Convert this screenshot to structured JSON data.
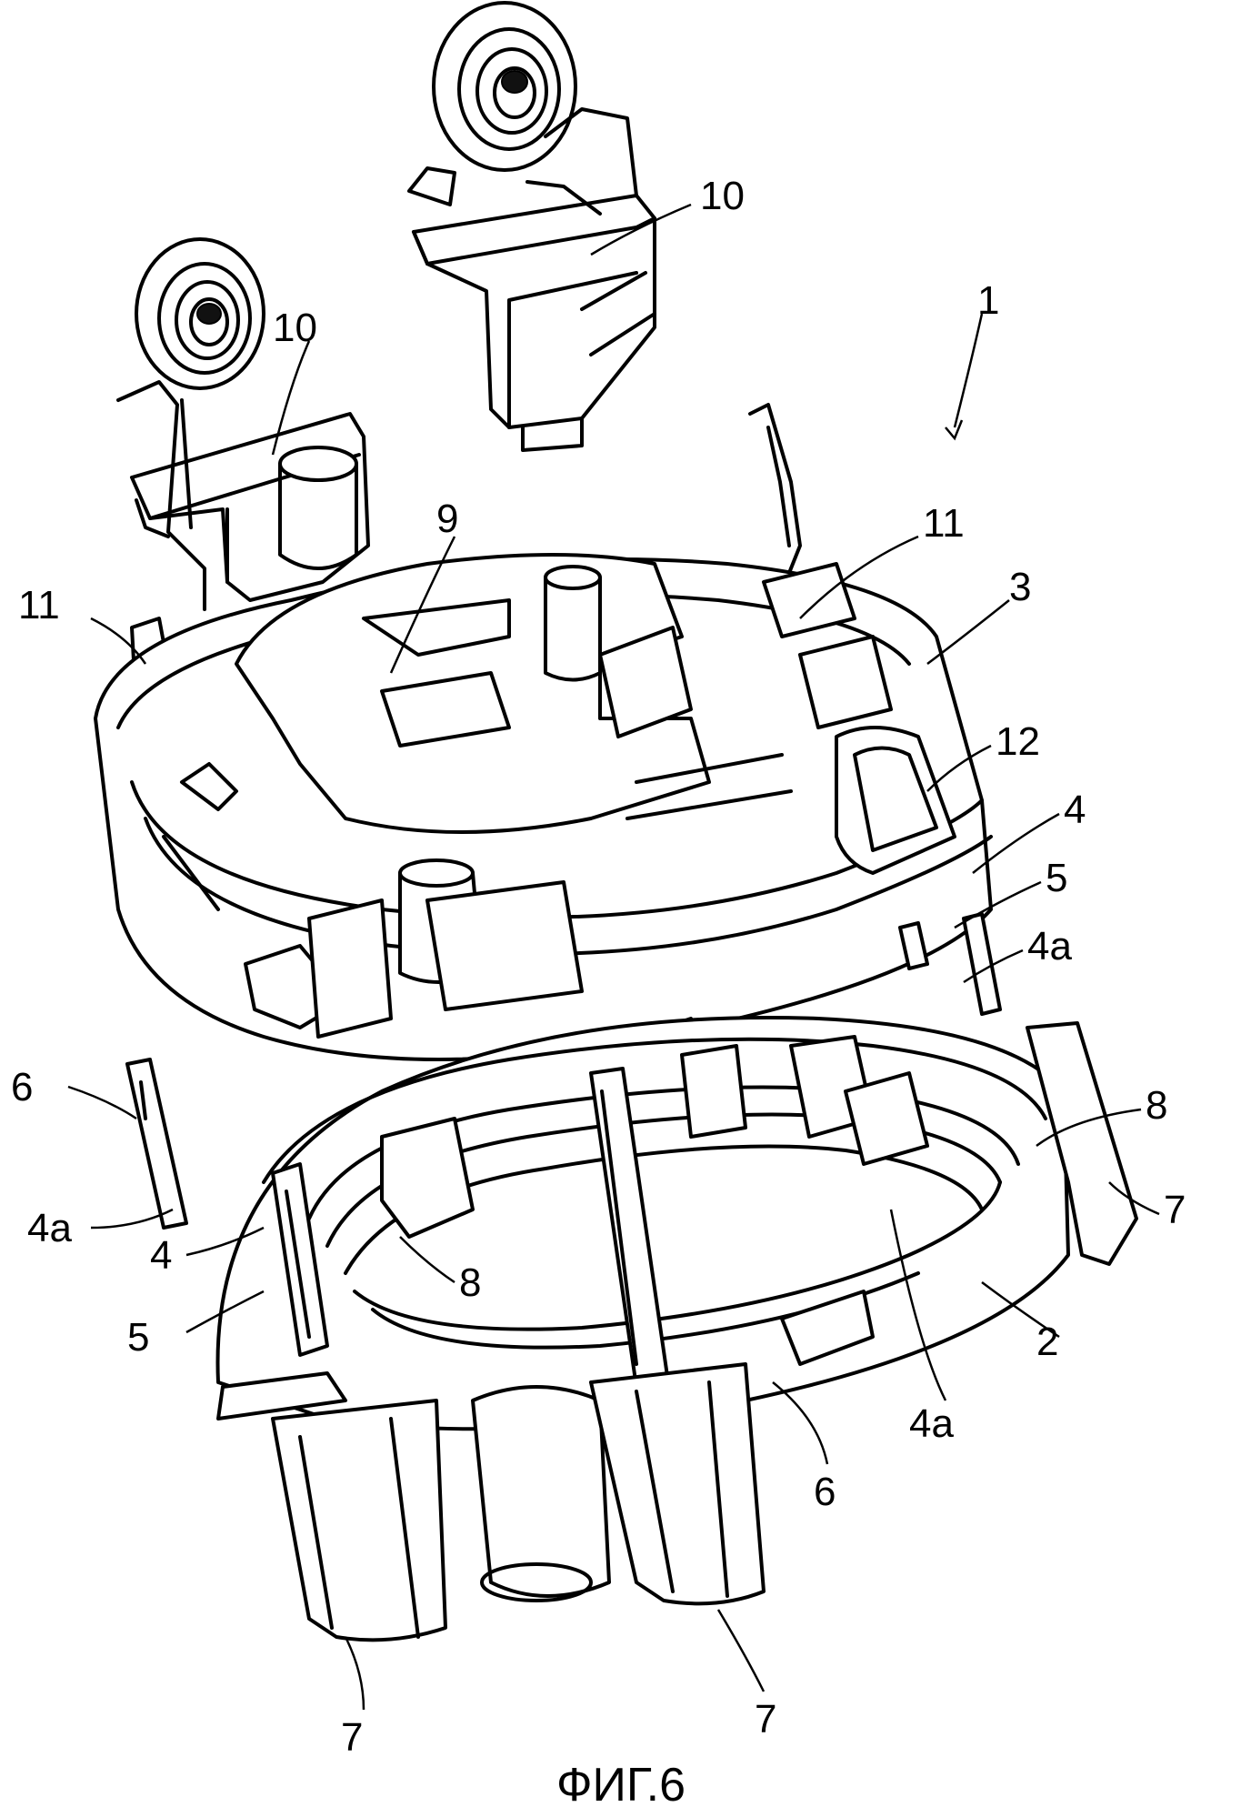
{
  "figure": {
    "caption": "ФИГ.6"
  },
  "labels": {
    "l1": "1",
    "l2": "2",
    "l3": "3",
    "l4_right": "4",
    "l4_left": "4",
    "l4a_right": "4a",
    "l4a_left": "4a",
    "l4a_bottom": "4a",
    "l5_right": "5",
    "l5_left": "5",
    "l6_left": "6",
    "l6_bottom": "6",
    "l7_right": "7",
    "l7_bottom_center": "7",
    "l7_bottom_left": "7",
    "l8_right": "8",
    "l8_center": "8",
    "l9": "9",
    "l10_top": "10",
    "l10_left": "10",
    "l11_left": "11",
    "l11_right": "11",
    "l12": "12"
  }
}
